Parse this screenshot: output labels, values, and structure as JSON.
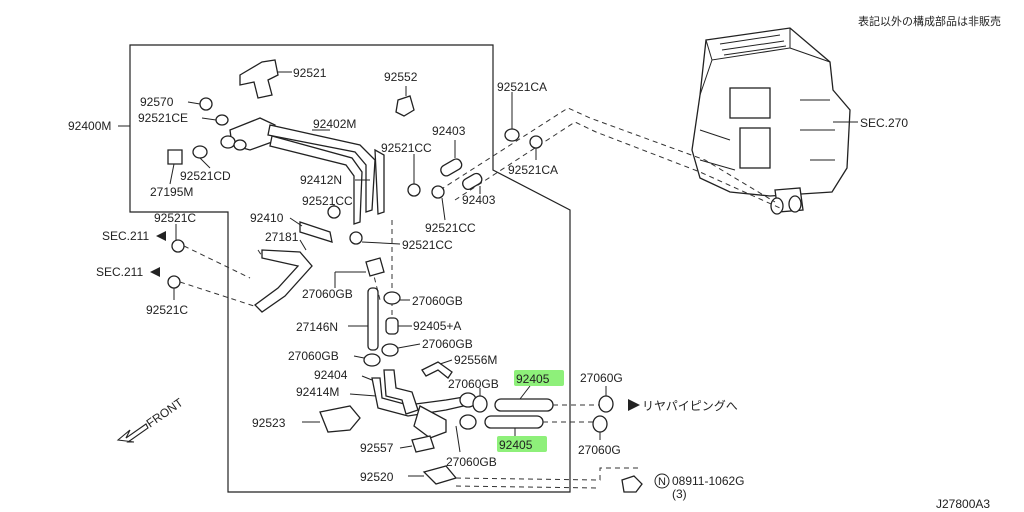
{
  "note_top_right": "表記以外の構成部品は非販売",
  "diagram_code": "J27800A3",
  "front_label": "FRONT",
  "destination_label": "リヤパイピングへ",
  "sec_refs": {
    "sec270": "SEC.270",
    "sec211_upper": "SEC.211",
    "sec211_lower": "SEC.211"
  },
  "highlight_color": "#8ef07a",
  "parts": {
    "p92521": "92521",
    "p92552": "92552",
    "p92521CA_top": "92521CA",
    "p92570": "92570",
    "p92521CE": "92521CE",
    "p92400M": "92400M",
    "p92402M": "92402M",
    "p92403_a": "92403",
    "p92521CC_a": "92521CC",
    "p92521CD": "92521CD",
    "p27195M": "27195M",
    "p92412N": "92412N",
    "p92521CA_b": "92521CA",
    "p92403_b": "92403",
    "p92521CC_b": "92521CC",
    "p92521CC_c": "92521CC",
    "p92410": "92410",
    "p27181": "27181",
    "p92521CC_d": "92521CC",
    "p92521C_a": "92521C",
    "p92521C_b": "92521C",
    "p27060GB_a": "27060GB",
    "p27060GB_b": "27060GB",
    "p27146N": "27146N",
    "p92405A": "92405+A",
    "p27060GB_c": "27060GB",
    "p27060GB_d": "27060GB",
    "p92556M": "92556M",
    "p92404": "92404",
    "p92405_a": "92405",
    "p27060G_a": "27060G",
    "p27060GB_e": "27060GB",
    "p92414M": "92414M",
    "p92523": "92523",
    "p92405_b": "92405",
    "p27060G_b": "27060G",
    "p92557": "92557",
    "p27060GB_f": "27060GB",
    "p92520": "92520",
    "p08911": "08911-1062G",
    "p08911_qty": "(3)",
    "n_mark": "N"
  }
}
